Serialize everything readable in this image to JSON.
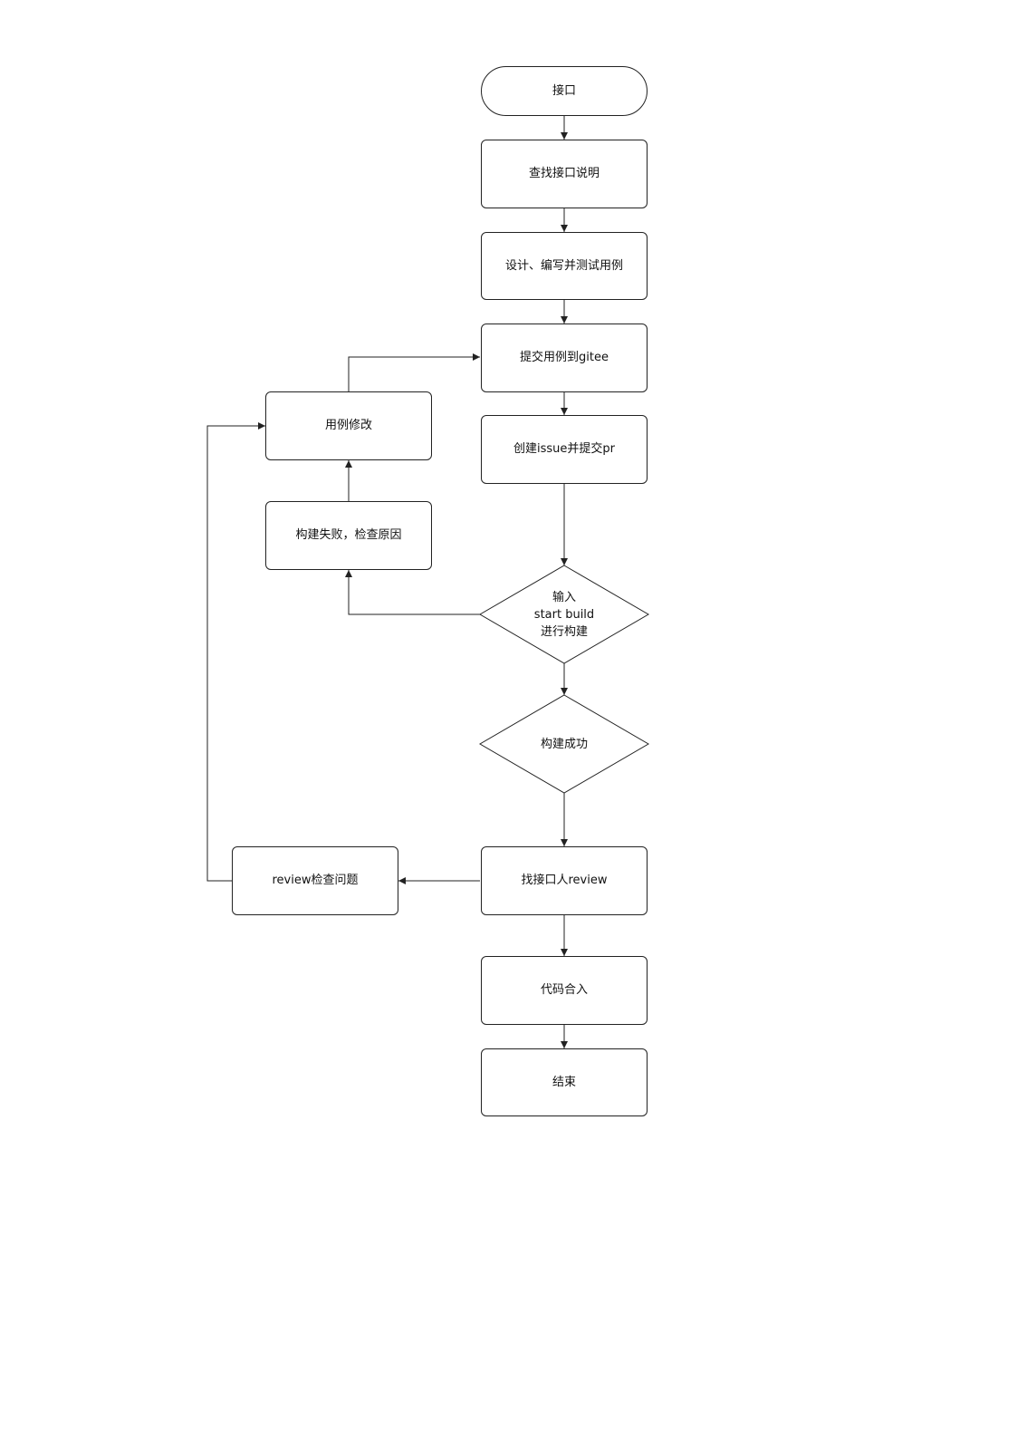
{
  "flowchart": {
    "start": "接口",
    "find_doc": "查找接口说明",
    "design_cases": "设计、编写并测试用例",
    "submit_gitee": "提交用例到gitee",
    "create_issue_pr": "创建issue并提交pr",
    "build_decision": {
      "line1": "输入",
      "line2": "start build",
      "line3": "进行构建"
    },
    "build_success": "构建成功",
    "build_failed": "构建失败，检查原因",
    "modify_cases": "用例修改",
    "find_reviewer": "找接口人review",
    "review_issues": "review检查问题",
    "merge_code": "代码合入",
    "end": "结束"
  },
  "colors": {
    "stroke": "#222222",
    "fill": "#ffffff",
    "text": "#111111"
  }
}
